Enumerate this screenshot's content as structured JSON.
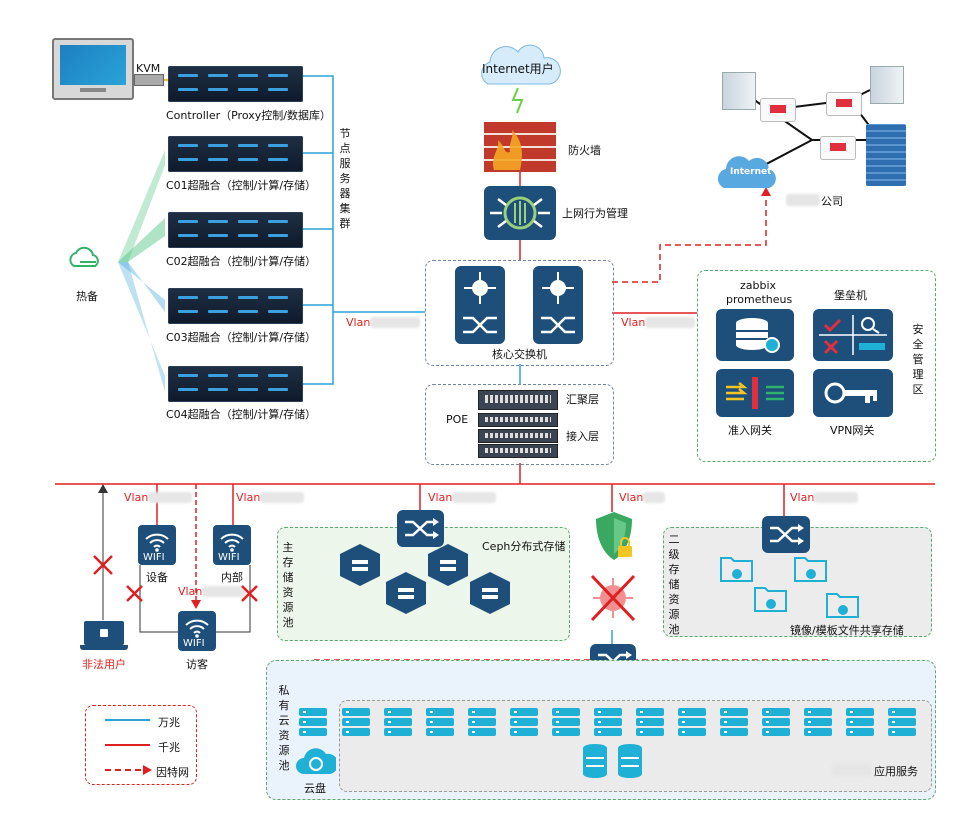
{
  "labels": {
    "kvm": "KVM",
    "controller": "Controller（Proxy控制/数据库）",
    "c01": "C01超融合（控制/计算/存储）",
    "c02": "C02超融合（控制/计算/存储）",
    "c03": "C03超融合（控制/计算/存储）",
    "c04": "C04超融合（控制/计算/存储）",
    "hot_standby": "热备",
    "node_cluster": "节点服务器集群",
    "internet_user": "Internet用户",
    "firewall": "防火墙",
    "behavior_mgmt": "上网行为管理",
    "core_switch": "核心交换机",
    "aggregation": "汇聚层",
    "poe": "POE",
    "access": "接入层",
    "internet": "Internet",
    "company": "公司",
    "zabbix": "zabbix",
    "prometheus": "prometheus",
    "bastion": "堡垒机",
    "security_zone": "安全管理区",
    "access_gateway": "准入网关",
    "vpn_gateway": "VPN网关",
    "vlan_left": "Vlan",
    "vlan_right": "Vlan",
    "vlan_b1": "Vlan",
    "vlan_b2": "Vlan",
    "vlan_b3": "Vlan",
    "vlan_b4": "Vlan",
    "vlan_b5": "Vlan",
    "vlan_guest": "Vlan",
    "wifi": "WIFI",
    "device": "设备",
    "internal": "内部",
    "guest": "访客",
    "illegal_user": "非法用户",
    "main_storage": "主存储资源池",
    "ceph": "Ceph分布式存储",
    "secondary_storage": "二级存储资源池",
    "image_share": "镜像/模板文件共享存储",
    "private_cloud": "私有云资源池",
    "cloud_disk": "云盘",
    "app_service": "应用服务"
  },
  "legend": {
    "items": [
      {
        "label": "万兆",
        "color": "#2aa3d8",
        "style": "solid"
      },
      {
        "label": "千兆",
        "color": "#e02020",
        "style": "solid"
      },
      {
        "label": "因特网",
        "color": "#e02020",
        "style": "dashed"
      }
    ]
  },
  "colors": {
    "gigabit": "#e02020",
    "ten_gigabit": "#2aa3d8",
    "device_navy": "#1d4f7a",
    "cyan": "#1fb0d6"
  }
}
